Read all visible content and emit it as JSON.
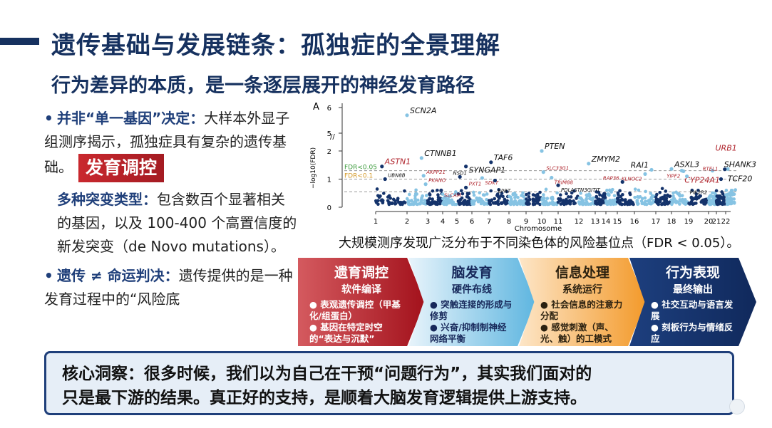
{
  "title": "遗传基础与发展链条：孤独症的全景理解",
  "subtitle": "行为差异的本质，是一条逐层展开的神经发育路径",
  "left": {
    "p1_key": "并非“单一基因”决定：",
    "p1_text": "大样本外显子组测序揭示，孤独症具有复杂的遗传基础。",
    "p2_key": "多种突变类型：",
    "p2_text": "包含数百个显著相关的基因，以及 100-400 个高置信度的新发突变（de Novo mutations）。",
    "p3_key": "遗传 ≠ 命运判决：",
    "p3_text": "遗传提供的是一种发育过程中的“风险底",
    "bullet": "•"
  },
  "overlay_tag": "发育调控",
  "chart_caption": "大规模测序发现广泛分布于不同染色体的风险基位点（FDR < 0.05）。",
  "chart_data": {
    "type": "scatter",
    "panel_label": "A",
    "xlabel": "Chromosome",
    "ylabel": "−log10(FDR)",
    "x_ticks": [
      "1",
      "2",
      "3",
      "4",
      "5",
      "6",
      "7",
      "8",
      "9",
      "10",
      "11",
      "12",
      "13",
      "14",
      "15",
      "16",
      "17",
      "18",
      "19",
      "20",
      "21",
      "22"
    ],
    "y_ticks": [
      "0",
      "1",
      "2",
      "5",
      "6"
    ],
    "y_break": [
      2.3,
      4.8
    ],
    "thresholds": [
      {
        "label": "FDR<0.05",
        "value": 1.3,
        "color": "#3a9a3a"
      },
      {
        "label": "FDR<0.1",
        "value": 1.0,
        "color": "#d49a2a"
      },
      {
        "label": "",
        "value": 0.55,
        "color": "#999999"
      }
    ],
    "colors": {
      "dark": "#14336b",
      "light": "#86c3e3",
      "red": "#b0262e",
      "black": "#111111"
    },
    "genes": [
      {
        "name": "SCN2A",
        "chr": 2.0,
        "y": 5.7,
        "style": "black"
      },
      {
        "name": "CTNNB1",
        "chr": 2.7,
        "y": 1.75,
        "style": "black"
      },
      {
        "name": "ASTN1",
        "chr": 1.2,
        "y": 1.45,
        "style": "red"
      },
      {
        "name": "TAF6",
        "chr": 7.1,
        "y": 1.6,
        "style": "black"
      },
      {
        "name": "SYNGAP1",
        "chr": 5.6,
        "y": 1.45,
        "style": "black"
      },
      {
        "name": "PTEN",
        "chr": 10.0,
        "y": 2.0,
        "style": "black"
      },
      {
        "name": "ZMYM2",
        "chr": 12.6,
        "y": 1.55,
        "style": "black"
      },
      {
        "name": "RAI1",
        "chr": 16.8,
        "y": 1.33,
        "style": "black"
      },
      {
        "name": "ASXL3",
        "chr": 18.0,
        "y": 1.36,
        "style": "black"
      },
      {
        "name": "CYP24A1",
        "chr": 18.6,
        "y": 1.3,
        "style": "red"
      },
      {
        "name": "URB1",
        "chr": 20.5,
        "y": 1.3,
        "style": "red"
      },
      {
        "name": "TCF20",
        "chr": 21.9,
        "y": 1.35,
        "style": "black"
      },
      {
        "name": "SHANK3",
        "chr": 22.2,
        "y": 1.36,
        "style": "black"
      },
      {
        "name": "AKPP21",
        "chr": 2.8,
        "y": 1.12,
        "style": "red"
      },
      {
        "name": "NSD1",
        "chr": 5.2,
        "y": 1.08,
        "style": "black"
      },
      {
        "name": "SDKT",
        "chr": 6.6,
        "y": 1.04,
        "style": "red"
      },
      {
        "name": "SLC33G1",
        "chr": 10.1,
        "y": 1.25,
        "style": "red"
      },
      {
        "name": "TRIM88",
        "chr": 10.6,
        "y": 1.05,
        "style": "red"
      },
      {
        "name": "KLNOC2",
        "chr": 16.5,
        "y": 1.18,
        "style": "red"
      },
      {
        "name": "YIPF2",
        "chr": 18.7,
        "y": 1.28,
        "style": "red"
      },
      {
        "name": "PIK2R2",
        "chr": 18.9,
        "y": 1.1,
        "style": "black"
      },
      {
        "name": "UBN8B",
        "chr": 1.3,
        "y": 1.0,
        "style": "black"
      },
      {
        "name": "PKANO",
        "chr": 2.9,
        "y": 0.82,
        "style": "red"
      },
      {
        "name": "SLCAM",
        "chr": 3.9,
        "y": 0.6,
        "style": "red"
      },
      {
        "name": "PXT1",
        "chr": 5.6,
        "y": 0.7,
        "style": "red"
      },
      {
        "name": "EPRT",
        "chr": 7.3,
        "y": 0.95,
        "style": "black"
      },
      {
        "name": "PDLASTN3GITIT",
        "chr": 11.0,
        "y": 0.78,
        "style": "black"
      },
      {
        "name": "RAP36",
        "chr": 15.3,
        "y": 0.9,
        "style": "red"
      },
      {
        "name": "RTEL1",
        "chr": 21.5,
        "y": 1.0,
        "style": "red"
      }
    ]
  },
  "flow": [
    {
      "title": "遗育调控",
      "subtitle": "软件编译",
      "items": [
        "表观遗传调控（甲基化/组蛋白）",
        "基因在特定时空的“表达与沉默”"
      ]
    },
    {
      "title": "脑发育",
      "subtitle": "硬件布线",
      "items": [
        "突触连接的形成与修剪",
        "兴奋/抑制制神经网络平衡"
      ]
    },
    {
      "title": "信息处理",
      "subtitle": "系统运行",
      "items": [
        "社会信息的注意力分配",
        "感觉刺激（声、光、触）的工模式"
      ]
    },
    {
      "title": "行为表现",
      "subtitle": "最终输出",
      "items": [
        "社交互动与语言发展",
        "刻板行为与情绪反应"
      ]
    }
  ],
  "insight": {
    "line1": "核心洞察：很多时候，我们以为自己在干预“问题行为”，其实我们面对的",
    "line2": "只是最下游的结果。真正好的支持，是顺着大脑发育逻辑提供上游支持。"
  }
}
